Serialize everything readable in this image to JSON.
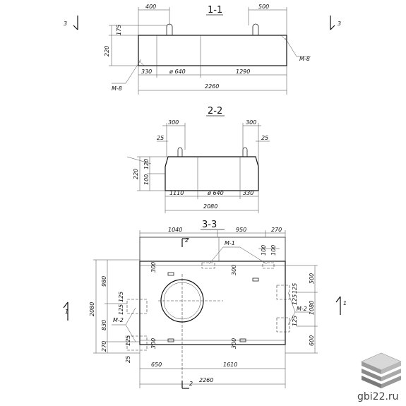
{
  "sections": {
    "s1": {
      "title": "1-1",
      "cut_left": "3",
      "cut_right": "3",
      "dims": {
        "top_left": "400",
        "top_right": "500",
        "height_175": "175",
        "height_220": "220",
        "d330": "330",
        "d640": "ø 640",
        "d1290": "1290",
        "total": "2260"
      },
      "mark_left": "М-8",
      "mark_right": "М-8"
    },
    "s2": {
      "title": "2-2",
      "dims": {
        "top_left": "300",
        "top_right": "300",
        "d25_left": "25",
        "d25_right": "25",
        "h220": "220",
        "h120": "120",
        "h100": "100",
        "d1110": "1110",
        "d640": "ø 640",
        "d330": "330",
        "total": "2080"
      }
    },
    "s3": {
      "title": "3-3",
      "cut_left": "1",
      "cut_right": "1",
      "cut_top": "2",
      "cut_bottom": "2",
      "dims": {
        "top_1040": "1040",
        "top_950": "950",
        "top_270": "270",
        "d100a": "100",
        "d100b": "100",
        "left_2080": "2080",
        "left_980": "980",
        "left_830": "830",
        "left_270": "270",
        "d25": "25",
        "d125a": "125",
        "d125b": "125",
        "d125c": "125",
        "d300a": "300",
        "d300b": "300",
        "d300c": "300",
        "d300d": "300",
        "right_500": "500",
        "right_1080": "1080",
        "right_600": "600",
        "r125a": "125",
        "r125b": "125",
        "r125c": "125",
        "bottom_650": "650",
        "bottom_1610": "1610",
        "bottom_total": "2260"
      },
      "mark_m1": "М-1",
      "mark_m2_left": "М-2",
      "mark_m2_right": "М-2"
    }
  },
  "logo": {
    "text": "gbi22.ru",
    "icon": "stacked-slabs-icon"
  }
}
